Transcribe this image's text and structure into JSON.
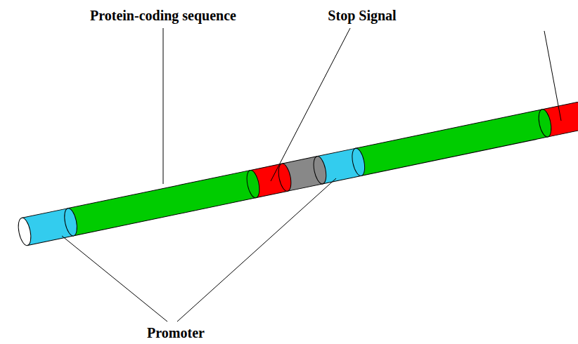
{
  "diagram": {
    "labels": [
      "Protein-coding sequence",
      "Stop Signal",
      "Promoter"
    ]
  }
}
